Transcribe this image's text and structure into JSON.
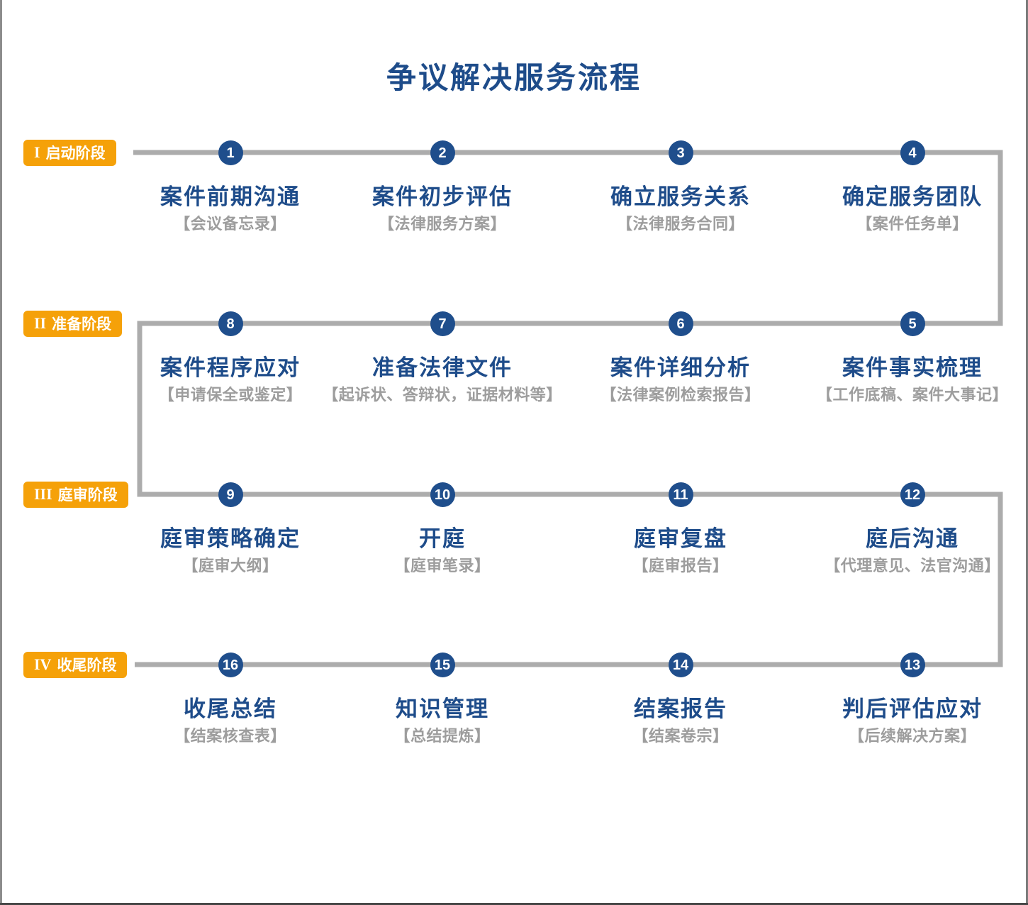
{
  "title": "争议解决服务流程",
  "colors": {
    "navy": "#1E4C8A",
    "circle_navy": "#1F4E8C",
    "badge_orange": "#F5A109",
    "line_gray": "#ACACAC",
    "deliverable_gray": "#9D9D9D"
  },
  "phases": [
    {
      "roman": "I",
      "name": "启动阶段",
      "steps": [
        {
          "num": "1",
          "title": "案件前期沟通",
          "deliverable": "【会议备忘录】"
        },
        {
          "num": "2",
          "title": "案件初步评估",
          "deliverable": "【法律服务方案】"
        },
        {
          "num": "3",
          "title": "确立服务关系",
          "deliverable": "【法律服务合同】"
        },
        {
          "num": "4",
          "title": "确定服务团队",
          "deliverable": "【案件任务单】"
        }
      ]
    },
    {
      "roman": "II",
      "name": "准备阶段",
      "steps": [
        {
          "num": "8",
          "title": "案件程序应对",
          "deliverable": "【申请保全或鉴定】"
        },
        {
          "num": "7",
          "title": "准备法律文件",
          "deliverable": "【起诉状、答辩状，证据材料等】"
        },
        {
          "num": "6",
          "title": "案件详细分析",
          "deliverable": "【法律案例检索报告】"
        },
        {
          "num": "5",
          "title": "案件事实梳理",
          "deliverable": "【工作底稿、案件大事记】"
        }
      ]
    },
    {
      "roman": "III",
      "name": "庭审阶段",
      "steps": [
        {
          "num": "9",
          "title": "庭审策略确定",
          "deliverable": "【庭审大纲】"
        },
        {
          "num": "10",
          "title": "开庭",
          "deliverable": "【庭审笔录】"
        },
        {
          "num": "11",
          "title": "庭审复盘",
          "deliverable": "【庭审报告】"
        },
        {
          "num": "12",
          "title": "庭后沟通",
          "deliverable": "【代理意见、法官沟通】"
        }
      ]
    },
    {
      "roman": "IV",
      "name": "收尾阶段",
      "steps": [
        {
          "num": "16",
          "title": "收尾总结",
          "deliverable": "【结案核查表】"
        },
        {
          "num": "15",
          "title": "知识管理",
          "deliverable": "【总结提炼】"
        },
        {
          "num": "14",
          "title": "结案报告",
          "deliverable": "【结案卷宗】"
        },
        {
          "num": "13",
          "title": "判后评估应对",
          "deliverable": "【后续解决方案】"
        }
      ]
    }
  ]
}
